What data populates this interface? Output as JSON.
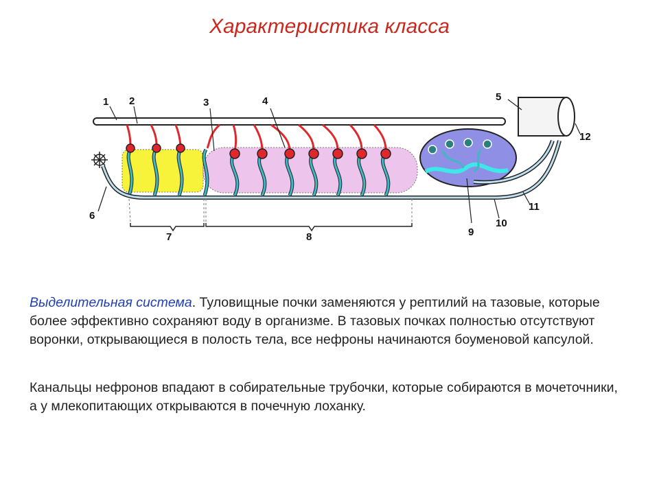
{
  "title": "Характеристика класса",
  "diagram": {
    "labels": [
      "1",
      "2",
      "3",
      "4",
      "5",
      "6",
      "7",
      "8",
      "9",
      "10",
      "11",
      "12"
    ],
    "colors": {
      "yellow_zone": "#f7f23a",
      "pink_zone": "#ecc4ec",
      "blue_zone": "#8f8fe6",
      "tubule": "#3fb8c4",
      "glomerulus": "#e0282c",
      "duct": "#bfe0f0"
    }
  },
  "text": {
    "p1_lead": "Выделительная система",
    "p1_rest": ". Туловищные почки заменяются у рептилий на тазовые, которые более эффективно сохраняют воду в организме. В тазовых почках полностью отсутствуют воронки, открывающиеся в полость тела, все нефроны начинаются боуменовой капсулой.",
    "p2": "Канальцы нефронов впадают в собирательные трубочки, которые собираются в мочеточники, а у млекопитающих открываются в почечную лоханку."
  }
}
